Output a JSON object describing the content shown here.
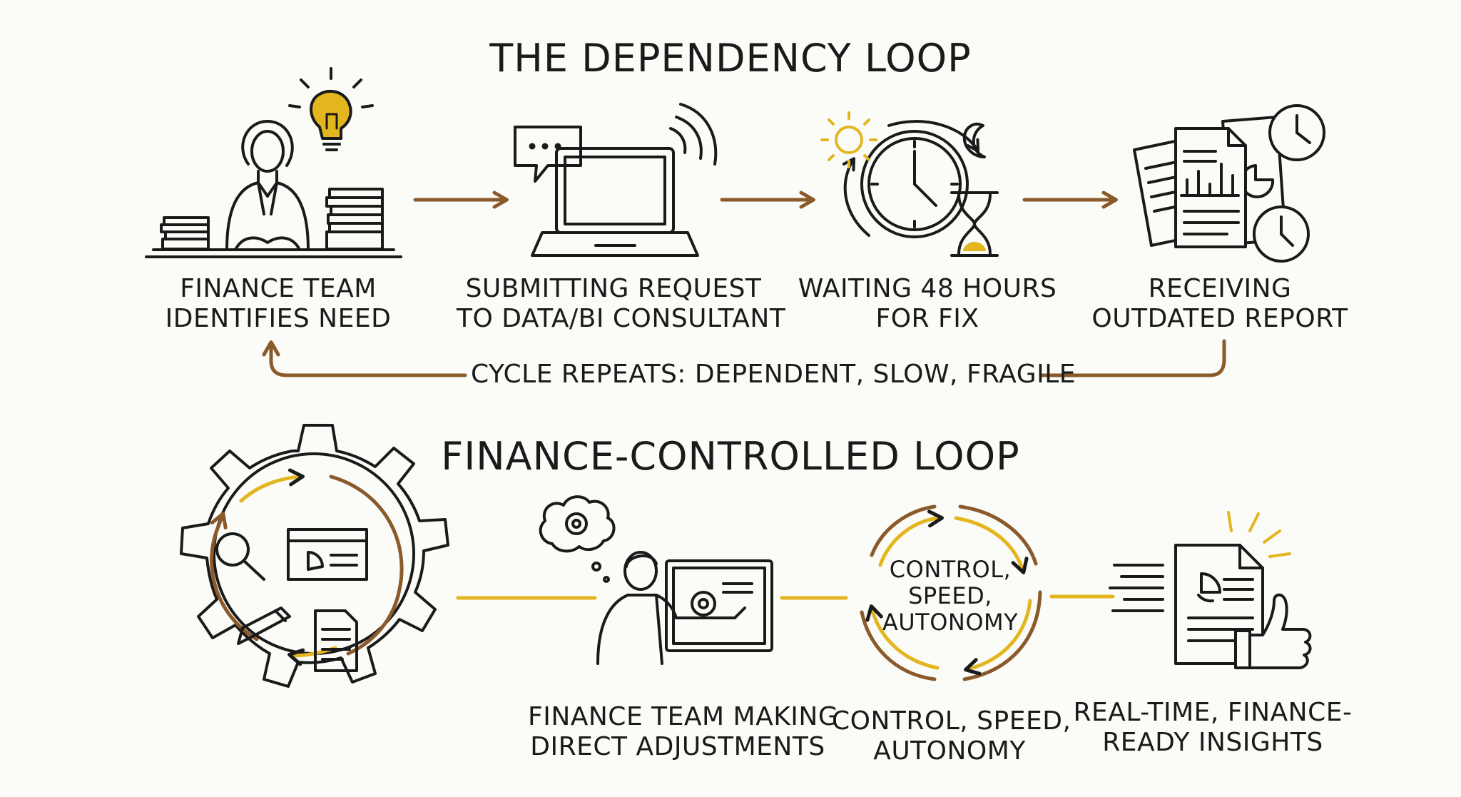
{
  "dependency_loop": {
    "title": "THE DEPENDENCY LOOP",
    "steps": [
      {
        "line1": "FINANCE TEAM",
        "line2": "IDENTIFIES NEED"
      },
      {
        "line1": "SUBMITTING REQUEST",
        "line2": "TO DATA/BI CONSULTANT"
      },
      {
        "line1": "WAITING 48 HOURS",
        "line2": "FOR FIX"
      },
      {
        "line1": "RECEIVING",
        "line2": "OUTDATED REPORT"
      }
    ],
    "cycle_note": "CYCLE REPEATS: DEPENDENT, SLOW, FRAGILE"
  },
  "finance_controlled_loop": {
    "title": "FINANCE-CONTROLLED LOOP",
    "steps": [
      {
        "line1": "FINANCE TEAM MAKING",
        "line2": "DIRECT ADJUSTMENTS"
      },
      {
        "line1": "CONTROL, SPEED,",
        "line2": "AUTONOMY"
      },
      {
        "line1": "REAL-TIME, FINANCE-",
        "line2": "READY INSIGHTS"
      }
    ],
    "hub": {
      "line1": "CONTROL,",
      "line2": "SPEED,",
      "line3": "AUTONOMY"
    }
  },
  "colors": {
    "ink": "#1a1a1a",
    "brown_arrow": "#8a5a2b",
    "gold_accent": "#e3b61f"
  }
}
